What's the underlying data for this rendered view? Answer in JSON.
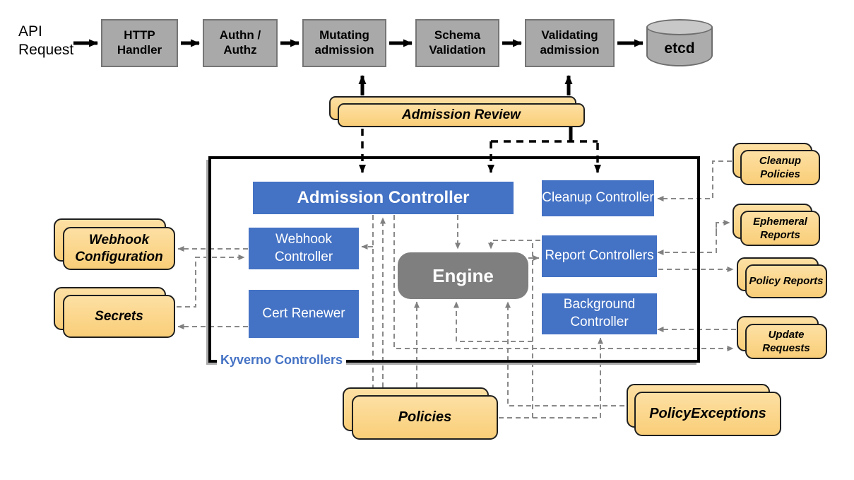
{
  "flow": {
    "api_request": "API Request",
    "pipeline": [
      {
        "label": "HTTP Handler"
      },
      {
        "label": "Authn / Authz"
      },
      {
        "label": "Mutating admission"
      },
      {
        "label": "Schema Validation"
      },
      {
        "label": "Validating admission"
      }
    ],
    "etcd": "etcd",
    "admission_review": "Admission Review"
  },
  "kyverno": {
    "box_label": "Kyverno Controllers",
    "admission_controller": "Admission Controller",
    "cleanup_controller": "Cleanup Controller",
    "webhook_controller": "Webhook Controller",
    "cert_renewer": "Cert Renewer",
    "engine": "Engine",
    "report_controllers": "Report Controllers",
    "background_controller": "Background Controller"
  },
  "resources": {
    "webhook_configuration": "Webhook Configuration",
    "secrets": "Secrets",
    "cleanup_policies": "Cleanup Policies",
    "ephemeral_reports": "Ephemeral Reports",
    "policy_reports": "Policy Reports",
    "update_requests": "Update Requests",
    "policies": "Policies",
    "policy_exceptions": "PolicyExceptions"
  },
  "colors": {
    "controller_blue": "#4472C4",
    "pipeline_gray": "#A9A9A9",
    "engine_gray": "#7F7F7F",
    "resource_tan": "#FBD78E",
    "connector_gray": "#898989",
    "box_label_blue": "#4472C4"
  }
}
